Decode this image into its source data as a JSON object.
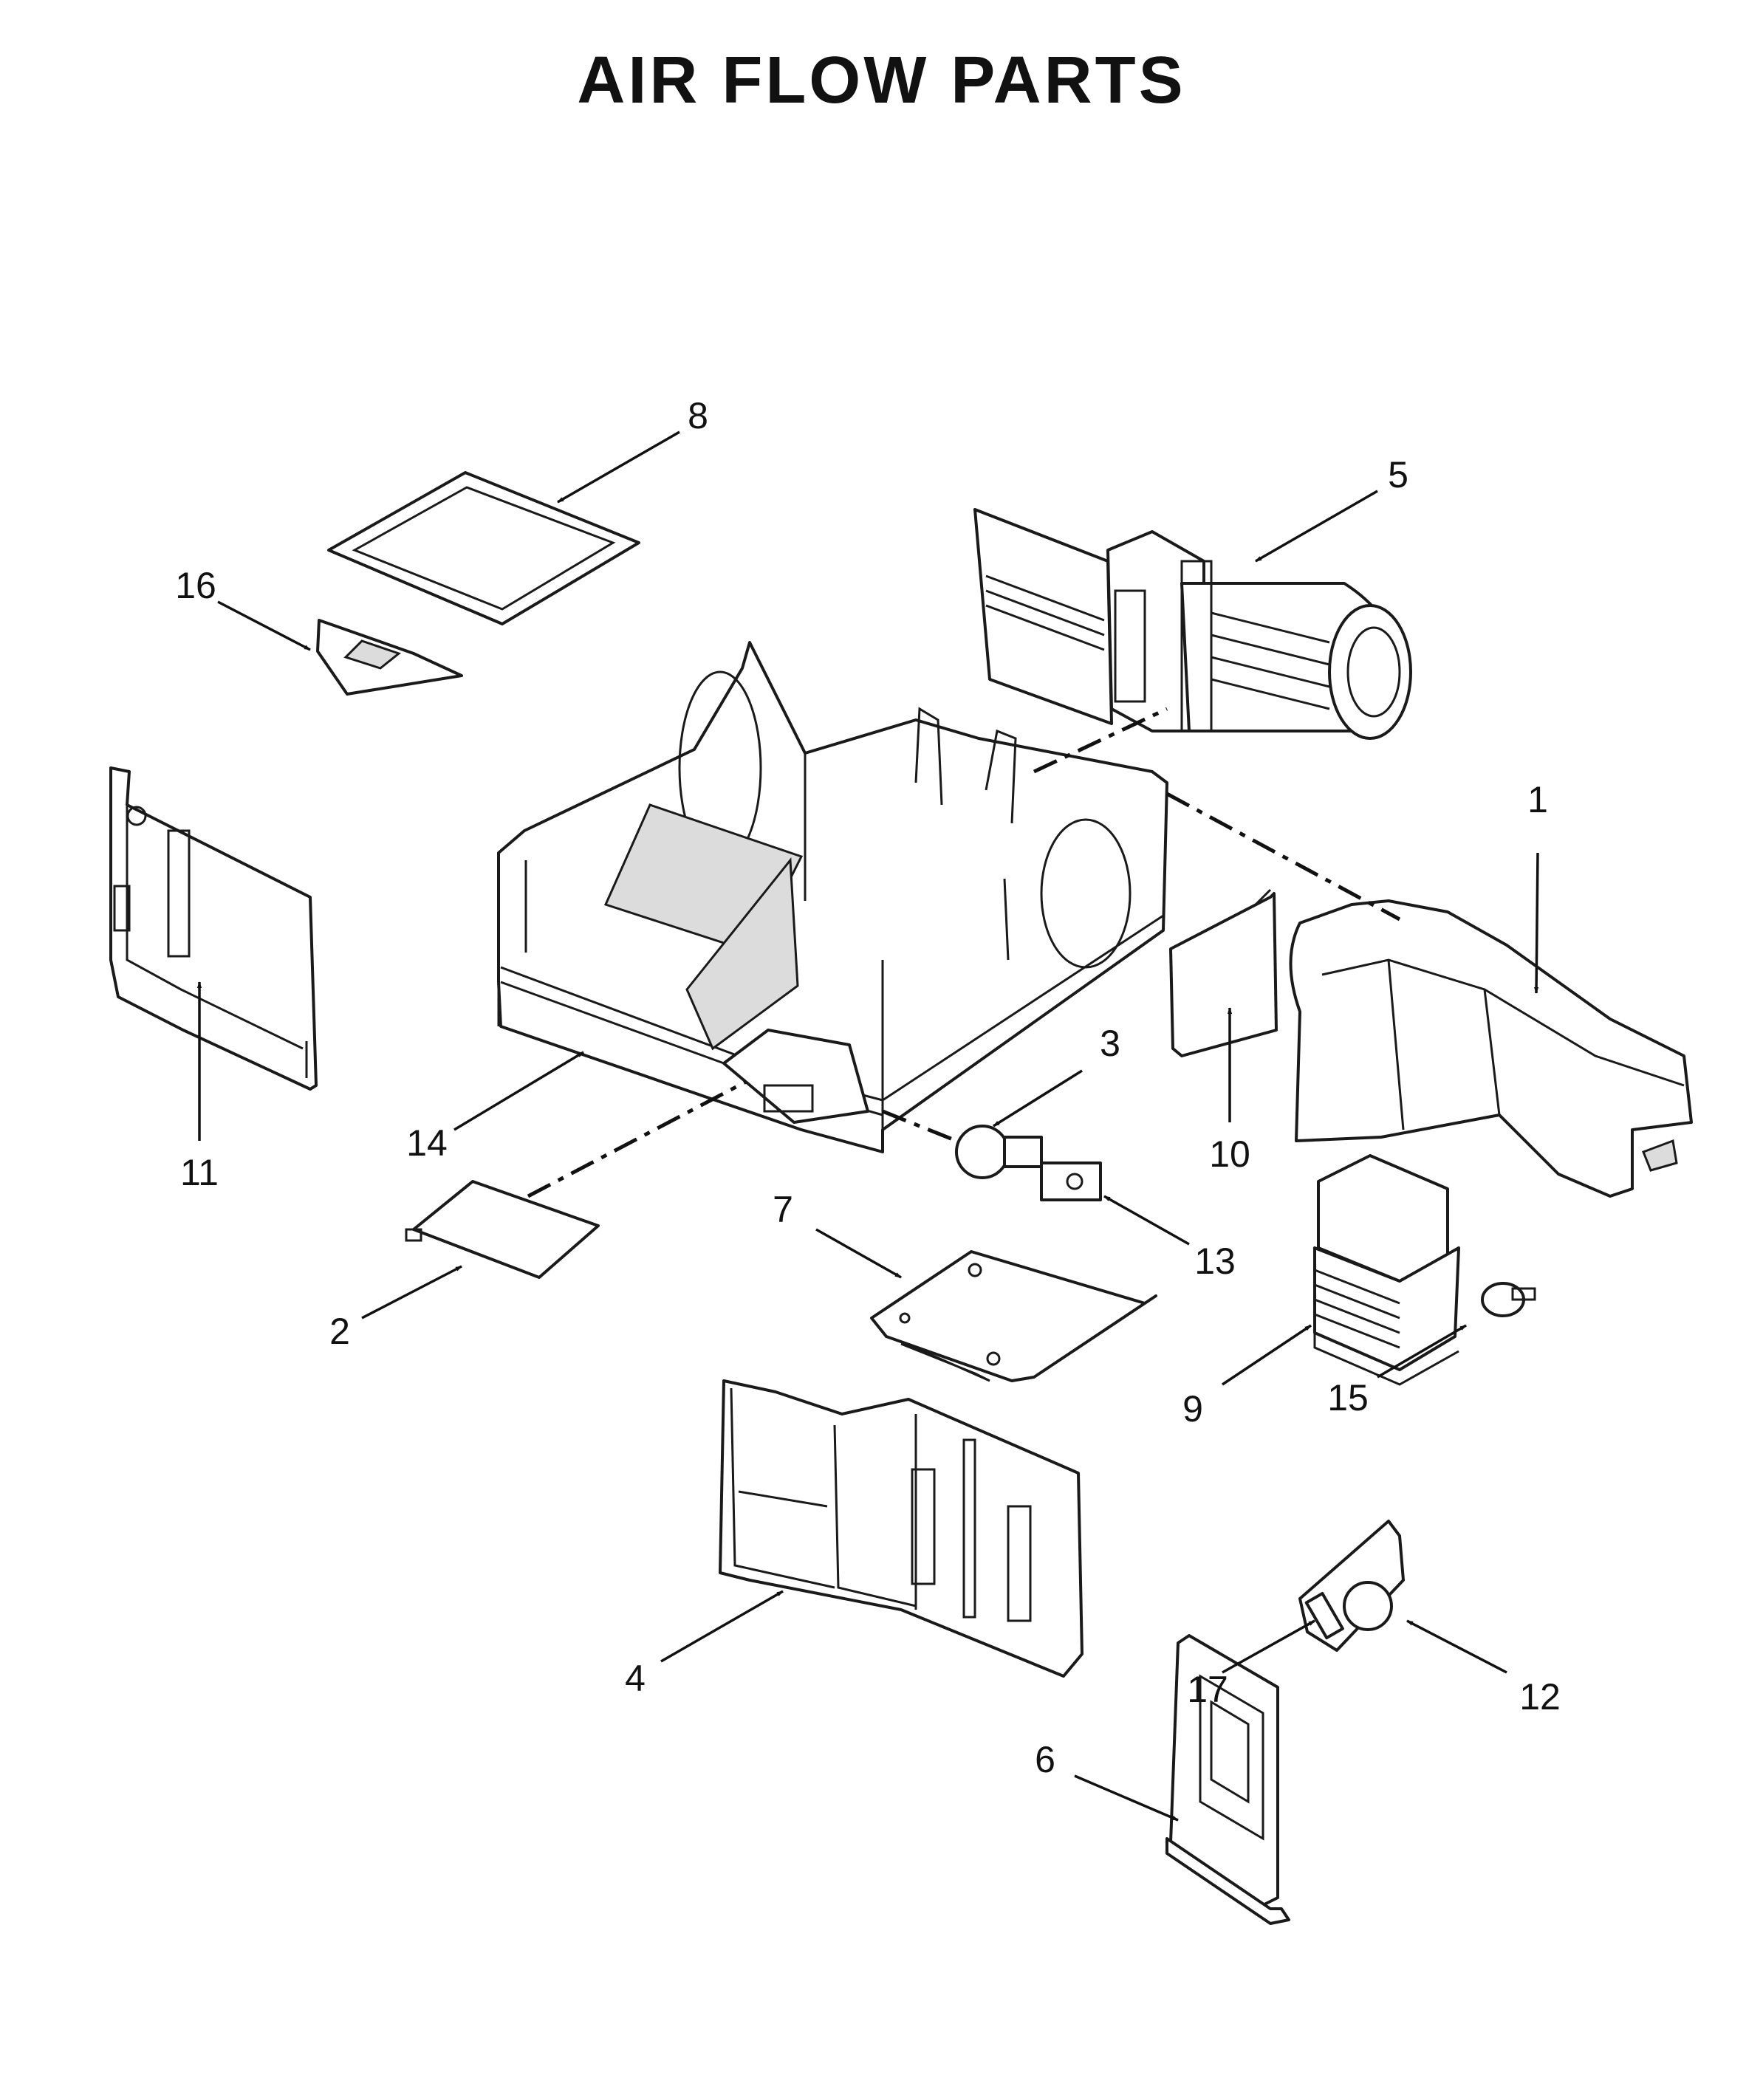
{
  "title": "AIR FLOW PARTS",
  "callouts": [
    {
      "id": "1",
      "label": "1"
    },
    {
      "id": "2",
      "label": "2"
    },
    {
      "id": "3",
      "label": "3"
    },
    {
      "id": "4",
      "label": "4"
    },
    {
      "id": "5",
      "label": "5"
    },
    {
      "id": "6",
      "label": "6"
    },
    {
      "id": "7",
      "label": "7"
    },
    {
      "id": "8",
      "label": "8"
    },
    {
      "id": "9",
      "label": "9"
    },
    {
      "id": "10",
      "label": "10"
    },
    {
      "id": "11",
      "label": "11"
    },
    {
      "id": "12",
      "label": "12"
    },
    {
      "id": "13",
      "label": "13"
    },
    {
      "id": "14",
      "label": "14"
    },
    {
      "id": "15",
      "label": "15"
    },
    {
      "id": "16",
      "label": "16"
    },
    {
      "id": "17",
      "label": "17"
    }
  ]
}
